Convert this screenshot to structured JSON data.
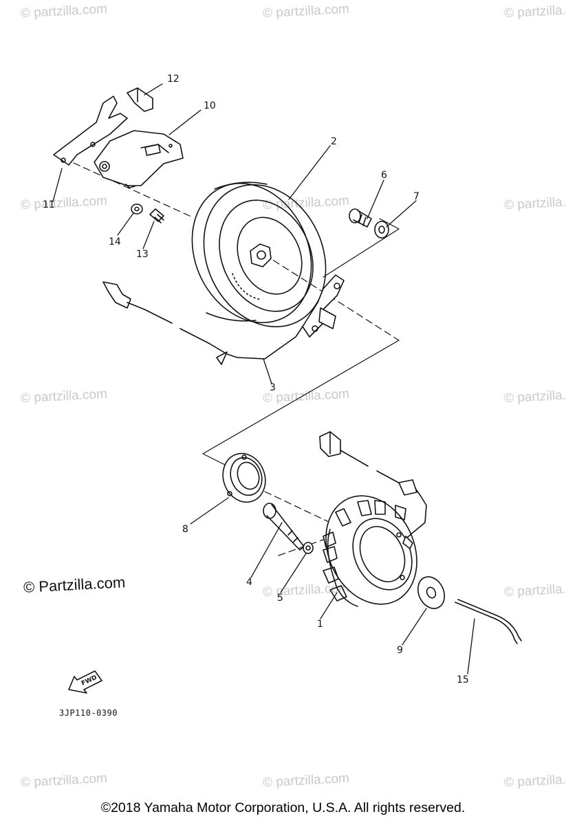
{
  "watermark": {
    "text": "© partzilla.com",
    "bold_text": "© Partzilla.com"
  },
  "callouts": [
    "1",
    "2",
    "3",
    "4",
    "5",
    "6",
    "7",
    "8",
    "9",
    "10",
    "11",
    "12",
    "13",
    "14",
    "15"
  ],
  "fwd_label": "FWD",
  "diagram_code": "3JP110-0390",
  "copyright": "©2018 Yamaha Motor Corporation, U.S.A. All rights reserved."
}
